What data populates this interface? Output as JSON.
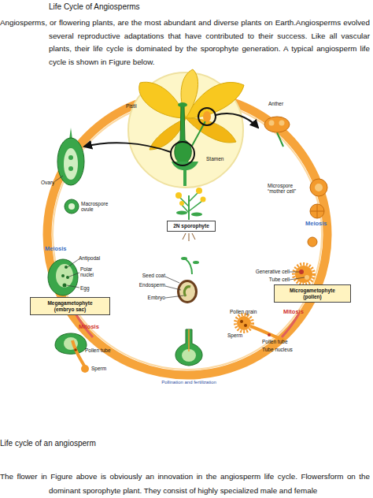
{
  "diagram": {
    "title": "Life Cycle of Angiosperms",
    "caption": "Life cycle of an angiosperm",
    "nodes": [
      {
        "text": [
          "2N sporophyte"
        ]
      },
      {
        "text": [
          "Megagametophyte (embryo sac)"
        ]
      },
      {
        "text": [
          "Microgametophyte (pollen)"
        ]
      }
    ],
    "labels": [
      "Angiosperms, or flowering plants, are the most abundant and diverse plants on Earth.Angiosperms evolved several reproductive adaptations that have contributed to their success. Like all vascular plants, their life cycle is dominated by the sporophyte generation. A typical angiosperm life cycle is shown in Figure below.",
      "Pistil",
      "Anther",
      "Stamen",
      "Ovary",
      "Macrospore ovule",
      "Microspore “mother cell”",
      "Meiosis",
      "Meiosis",
      "Antipodal",
      "Polar nuclei",
      "Egg",
      "Seed coat",
      "Endosperm",
      "Embryo",
      "Generative cell",
      "Tube cell",
      "Pollen grain",
      "Sperm",
      "Pollen tube",
      "Tube nucleus",
      "Mitosis",
      "Mitosis",
      "Pollen tube",
      "Sperm",
      "Pollination and fertilization",
      "The flower in Figure above is obviously an innovation in the angiosperm life cycle. Flowersform on the dominant sporophyte plant. They consist of highly specialized male and female"
    ]
  }
}
